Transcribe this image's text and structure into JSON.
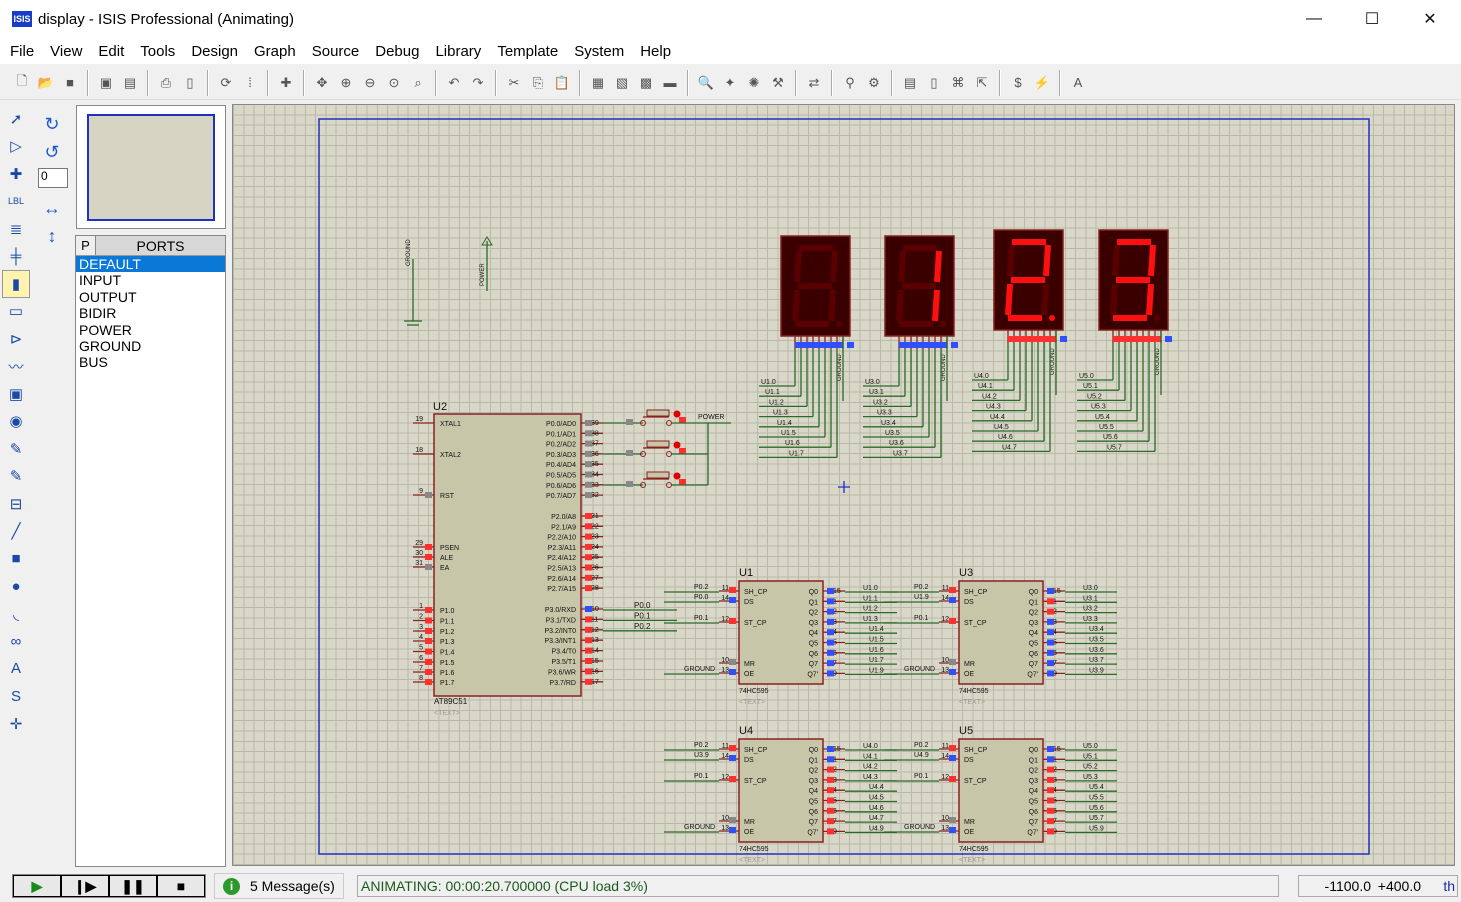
{
  "window": {
    "title": "display - ISIS Professional (Animating)",
    "icon_text": "ISIS",
    "minimize": "—",
    "maximize": "☐",
    "close": "✕"
  },
  "menu": [
    "File",
    "View",
    "Edit",
    "Tools",
    "Design",
    "Graph",
    "Source",
    "Debug",
    "Library",
    "Template",
    "System",
    "Help"
  ],
  "toolbar": [
    [
      "new-icon",
      "🗋"
    ],
    [
      "open-icon",
      "📂"
    ],
    [
      "save-icon",
      "■"
    ],
    "|",
    [
      "import-icon",
      "▣"
    ],
    [
      "export-icon",
      "▤"
    ],
    "|",
    [
      "print-icon",
      "⎙"
    ],
    [
      "page-icon",
      "▯"
    ],
    "|",
    [
      "refresh-icon",
      "⟳"
    ],
    [
      "grid-icon",
      "⁞"
    ],
    "|",
    [
      "origin-icon",
      "✚"
    ],
    "|",
    [
      "pan-icon",
      "✥"
    ],
    [
      "zoom-in-icon",
      "⊕"
    ],
    [
      "zoom-out-icon",
      "⊖"
    ],
    [
      "zoom-all-icon",
      "⊙"
    ],
    [
      "zoom-area-icon",
      "⌕"
    ],
    "|",
    [
      "undo-icon",
      "↶"
    ],
    [
      "redo-icon",
      "↷"
    ],
    "|",
    [
      "cut-icon",
      "✂"
    ],
    [
      "copy-icon",
      "⎘"
    ],
    [
      "paste-icon",
      "📋"
    ],
    "|",
    [
      "block-copy-icon",
      "▦"
    ],
    [
      "block-move-icon",
      "▧"
    ],
    [
      "block-rotate-icon",
      "▩"
    ],
    [
      "block-delete-icon",
      "▬"
    ],
    "|",
    [
      "pick-device-icon",
      "🔍"
    ],
    [
      "make-device-icon",
      "✦"
    ],
    [
      "package-icon",
      "✺"
    ],
    [
      "decompose-icon",
      "⚒"
    ],
    "|",
    [
      "wire-autorouter-icon",
      "⇄"
    ],
    "|",
    [
      "search-tag-icon",
      "⚲"
    ],
    [
      "property-tool-icon",
      "⚙"
    ],
    "|",
    [
      "new-sheet-icon",
      "▤"
    ],
    [
      "remove-sheet-icon",
      "▯"
    ],
    [
      "goto-sheet-icon",
      "⌘"
    ],
    [
      "exit-parent-icon",
      "⇱"
    ],
    "|",
    [
      "bom-icon",
      "$"
    ],
    [
      "erc-icon",
      "⚡"
    ],
    "|",
    [
      "ares-icon",
      "A"
    ]
  ],
  "toolstrip": [
    [
      "select-mode-icon",
      "➚"
    ],
    [
      "component-mode-icon",
      "▷"
    ],
    [
      "junction-icon",
      "✚"
    ],
    [
      "label-icon",
      "LBL"
    ],
    [
      "text-script-icon",
      "≣"
    ],
    [
      "bus-icon",
      "╪"
    ],
    [
      "subcircuit-icon",
      "▮"
    ],
    [
      "terminal-icon",
      "▭"
    ],
    [
      "pin-icon",
      "⊳"
    ],
    [
      "graph-icon",
      "〰"
    ],
    [
      "tape-icon",
      "▣"
    ],
    [
      "generator-icon",
      "◉"
    ],
    [
      "voltage-probe-icon",
      "✎"
    ],
    [
      "current-probe-icon",
      "✎"
    ],
    [
      "instrument-icon",
      "⊟"
    ],
    [
      "line-icon",
      "╱"
    ],
    [
      "box-icon",
      "■"
    ],
    [
      "circle-icon",
      "●"
    ],
    [
      "arc-icon",
      "◟"
    ],
    [
      "path-icon",
      "∞"
    ],
    [
      "text-icon",
      "A"
    ],
    [
      "symbol-icon",
      "S"
    ],
    [
      "marker-icon",
      "✛"
    ]
  ],
  "rotation": {
    "rotate_cw": "↻",
    "rotate_ccw": "↺",
    "angle": "0",
    "mirror_x": "↔",
    "mirror_y": "↕"
  },
  "picker": {
    "mode_button": "P",
    "title": "PORTS",
    "items": [
      "DEFAULT",
      "INPUT",
      "OUTPUT",
      "BIDIR",
      "POWER",
      "GROUND",
      "BUS"
    ],
    "selected": 0
  },
  "schematic": {
    "u2": {
      "ref": "U2",
      "part": "AT89C51",
      "text": "<TEXT>",
      "left": [
        [
          "19",
          "XTAL1"
        ],
        [
          "18",
          "XTAL2"
        ],
        [
          "9",
          "RST"
        ],
        [
          "29",
          "PSEN"
        ],
        [
          "30",
          "ALE"
        ],
        [
          "31",
          "EA"
        ],
        [
          "1",
          "P1.0"
        ],
        [
          "2",
          "P1.1"
        ],
        [
          "3",
          "P1.2"
        ],
        [
          "4",
          "P1.3"
        ],
        [
          "5",
          "P1.4"
        ],
        [
          "6",
          "P1.5"
        ],
        [
          "7",
          "P1.6"
        ],
        [
          "8",
          "P1.7"
        ]
      ],
      "right": [
        [
          "39",
          "P0.0/AD0"
        ],
        [
          "38",
          "P0.1/AD1"
        ],
        [
          "37",
          "P0.2/AD2"
        ],
        [
          "36",
          "P0.3/AD3"
        ],
        [
          "35",
          "P0.4/AD4"
        ],
        [
          "34",
          "P0.5/AD5"
        ],
        [
          "33",
          "P0.6/AD6"
        ],
        [
          "32",
          "P0.7/AD7"
        ],
        [
          "21",
          "P2.0/A8"
        ],
        [
          "22",
          "P2.1/A9"
        ],
        [
          "23",
          "P2.2/A10"
        ],
        [
          "24",
          "P2.3/A11"
        ],
        [
          "25",
          "P2.4/A12"
        ],
        [
          "26",
          "P2.5/A13"
        ],
        [
          "27",
          "P2.6/A14"
        ],
        [
          "28",
          "P2.7/A15"
        ],
        [
          "10",
          "P3.0/RXD"
        ],
        [
          "11",
          "P3.1/TXD"
        ],
        [
          "12",
          "P3.2/INT0"
        ],
        [
          "13",
          "P3.3/INT1"
        ],
        [
          "14",
          "P3.4/T0"
        ],
        [
          "15",
          "P3.5/T1"
        ],
        [
          "16",
          "P3.6/WR"
        ],
        [
          "17",
          "P3.7/RD"
        ]
      ],
      "p3_nets": [
        "P0.0",
        "P0.1",
        "P0.2"
      ]
    },
    "terminals": {
      "ground": "GROUND",
      "power": "POWER",
      "button_net": "POWER"
    },
    "registers": [
      {
        "ref": "U1",
        "part": "74HC595",
        "text": "<TEXT>",
        "in": [
          "P0.2",
          "P0.0",
          "P0.1",
          "GROUND"
        ],
        "out": [
          "U1.0",
          "U1.1",
          "U1.2",
          "U1.3",
          "U1.4",
          "U1.5",
          "U1.6",
          "U1.7",
          "U1.9"
        ]
      },
      {
        "ref": "U3",
        "part": "74HC595",
        "text": "<TEXT>",
        "in": [
          "P0.2",
          "U1.9",
          "P0.1",
          "GROUND"
        ],
        "out": [
          "U3.0",
          "U3.1",
          "U3.2",
          "U3.3",
          "U3.4",
          "U3.5",
          "U3.6",
          "U3.7",
          "U3.9"
        ]
      },
      {
        "ref": "U4",
        "part": "74HC595",
        "text": "<TEXT>",
        "in": [
          "P0.2",
          "U3.9",
          "P0.1",
          "GROUND"
        ],
        "out": [
          "U4.0",
          "U4.1",
          "U4.2",
          "U4.3",
          "U4.4",
          "U4.5",
          "U4.6",
          "U4.7",
          "U4.9"
        ]
      },
      {
        "ref": "U5",
        "part": "74HC595",
        "text": "<TEXT>",
        "in": [
          "P0.2",
          "U4.9",
          "P0.1",
          "GROUND"
        ],
        "out": [
          "U5.0",
          "U5.1",
          "U5.2",
          "U5.3",
          "U5.4",
          "U5.5",
          "U5.6",
          "U5.7",
          "U5.9"
        ]
      }
    ],
    "reg_pins": {
      "in": [
        [
          "11",
          "SH_CP"
        ],
        [
          "14",
          "DS"
        ],
        [
          "12",
          "ST_CP"
        ],
        [
          "10",
          "MR"
        ],
        [
          "13",
          "OE"
        ]
      ],
      "out": [
        [
          "15",
          "Q0"
        ],
        [
          "1",
          "Q1"
        ],
        [
          "2",
          "Q2"
        ],
        [
          "3",
          "Q3"
        ],
        [
          "4",
          "Q4"
        ],
        [
          "5",
          "Q5"
        ],
        [
          "6",
          "Q6"
        ],
        [
          "7",
          "Q7"
        ],
        [
          "9",
          "Q7'"
        ]
      ]
    },
    "displays": [
      {
        "digit": "",
        "dp": false,
        "nets": [
          "U1.0",
          "U1.1",
          "U1.2",
          "U1.3",
          "U1.4",
          "U1.5",
          "U1.6",
          "U1.7"
        ]
      },
      {
        "digit": "1",
        "dp": false,
        "nets": [
          "U3.0",
          "U3.1",
          "U3.2",
          "U3.3",
          "U3.4",
          "U3.5",
          "U3.6",
          "U3.7"
        ]
      },
      {
        "digit": "2",
        "dp": true,
        "nets": [
          "U4.0",
          "U4.1",
          "U4.2",
          "U4.3",
          "U4.4",
          "U4.5",
          "U4.6",
          "U4.7"
        ]
      },
      {
        "digit": "3",
        "dp": false,
        "nets": [
          "U5.0",
          "U5.1",
          "U5.2",
          "U5.3",
          "U5.4",
          "U5.5",
          "U5.6",
          "U5.7"
        ]
      }
    ],
    "display_common": "GROUND"
  },
  "controls": {
    "play": "▶",
    "step": "❙▶",
    "pause": "❚❚",
    "stop": "■"
  },
  "status": {
    "messages": "5 Message(s)",
    "info_icon": "i",
    "animation": "ANIMATING: 00:00:20.700000 (CPU load 3%)",
    "x": "-1100.0",
    "y": "+400.0",
    "units": "th"
  },
  "colors": {
    "wire": "#2a6a2a",
    "part": "#8b2020",
    "body": "#c8c6a8",
    "sheet": "#2030c0",
    "seg_on": "#ff1010",
    "seg_off": "#5a0000",
    "pin_high": "#ff3030",
    "pin_low": "#3050ff"
  }
}
